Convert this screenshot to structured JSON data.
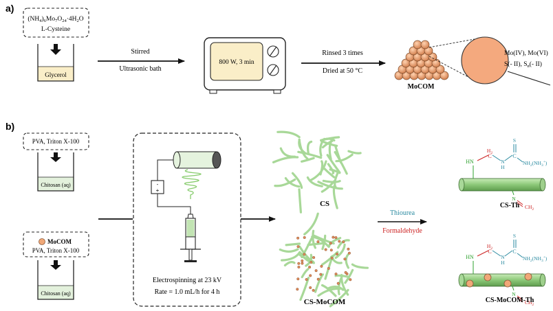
{
  "panel_a": {
    "label": "a)",
    "reagents_line1": "(NH",
    "reagents_sub1": "4",
    "reagents_line1b": ")",
    "reagents_sub2": "6",
    "reagents_mo": "Mo",
    "reagents_sub3": "7",
    "reagents_o": "O",
    "reagents_sub4": "24",
    "reagents_tail": "·4H",
    "reagents_sub5": "2",
    "reagents_tail2": "O",
    "reagent2": "L-Cysteine",
    "beaker_label": "Glycerol",
    "step1_top": "Stirred",
    "step1_bottom": "Ultrasonic bath",
    "microwave_label": "800 W, 3 min",
    "step2_top": "Rinsed 3 times",
    "step2_bottom": "Dried at 50 °C",
    "product_label": "MoCOM",
    "species_line1": "Mo(IV), Mo(VI)",
    "species_line2": "S(- II), S",
    "species_line2_sub": "n",
    "species_line2_tail": "(- II)"
  },
  "panel_b": {
    "label": "b)",
    "box1_text": "PVA, Triton X-100",
    "beaker1_label": "Chitosan (aq)",
    "box2_title": "MoCOM",
    "box2_text": "PVA, Triton X-100",
    "beaker2_label": "Chitosan (aq)",
    "power_minus": "-",
    "power_plus": "+",
    "espin_line1": "Electrospinning at 23 kV",
    "espin_line2": "Rate = 1.0 mL/h for 4 h",
    "cs_label": "CS",
    "csmocom_label": "CS-MoCOM",
    "reagent_top": "Thiourea",
    "reagent_bottom": "Formaldehyde",
    "csth_label": "CS-Th",
    "csmocomth_label": "CS-MoCOM-Th",
    "chem_hn": "HN",
    "chem_h2": "H",
    "chem_h2_sub": "2",
    "chem_c": "C",
    "chem_s": "S",
    "chem_n": "N",
    "chem_h": "H",
    "chem_nh2": "NH",
    "chem_nh2_sub": "2",
    "chem_nh3": "(NH",
    "chem_nh3_sub": "3",
    "chem_nh3_sup": "+",
    "chem_nh3_close": ")",
    "chem_ch2": "CH",
    "chem_ch2_sub": "2"
  },
  "colors": {
    "green_fiber": "#a8d898",
    "green_dark": "#4a8a3a",
    "beaker_yellow": "#faeec8",
    "beaker_green": "#e3f1dc",
    "orange_particle": "#f0a878",
    "orange_stroke": "#8a5a3a",
    "red": "#cc2222",
    "teal": "#2a8aa0",
    "green_bond": "#2ea02e"
  }
}
